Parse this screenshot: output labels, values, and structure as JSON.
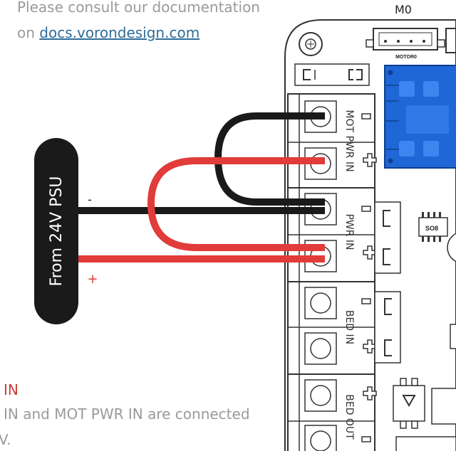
{
  "header": {
    "line1": "Please consult our documentation",
    "prefix": "on ",
    "link": "docs.vorondesign.com"
  },
  "psu": {
    "label": "From 24V PSU",
    "minus": "-",
    "plus": "+"
  },
  "board": {
    "connector_title": "M0",
    "connector_silk": "MOTOR0",
    "chip_label": "SO8",
    "terminals": [
      {
        "label": "MOT PWR IN"
      },
      {
        "label": "PWR IN"
      },
      {
        "label": "BED IN"
      },
      {
        "label": "BED OUT"
      }
    ],
    "signs": {
      "minus": "−",
      "plus": "+"
    }
  },
  "footer": {
    "red": "IN",
    "line2": "IN and MOT PWR IN are connected",
    "line3": "V."
  },
  "colors": {
    "wire_black": "#1a1a1a",
    "wire_red": "#e03c3a",
    "driver_blue": "#1f66d6",
    "outline": "#333333"
  }
}
